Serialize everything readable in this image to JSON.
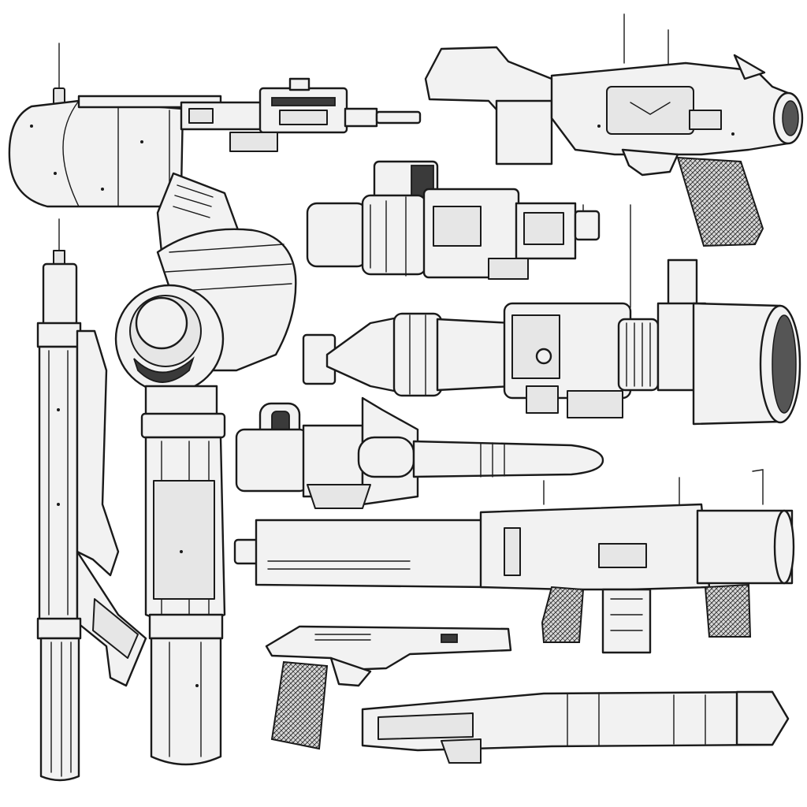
{
  "sheet": {
    "background": "#ffffff",
    "ink_color": "#1a1a1a",
    "style": "black-and-white line art"
  },
  "items": [
    {
      "id": "dome-rifle",
      "icon": "dome-blaster-rifle-icon"
    },
    {
      "id": "sight-pistol",
      "icon": "sight-heavy-pistol-icon"
    },
    {
      "id": "scope-cannon",
      "icon": "scope-cannon-icon"
    },
    {
      "id": "tall-staff-rifle",
      "icon": "vertical-staff-rifle-icon"
    },
    {
      "id": "upright-launcher",
      "icon": "upright-launcher-icon"
    },
    {
      "id": "rocket-launcher",
      "icon": "warhead-rocket-launcher-icon"
    },
    {
      "id": "cone-barrel-launcher",
      "icon": "tapered-barrel-launcher-icon"
    },
    {
      "id": "long-tube-launcher",
      "icon": "long-tube-launcher-icon"
    },
    {
      "id": "small-pistol",
      "icon": "small-pistol-icon"
    },
    {
      "id": "tube-blaster",
      "icon": "tube-blaster-icon"
    }
  ]
}
